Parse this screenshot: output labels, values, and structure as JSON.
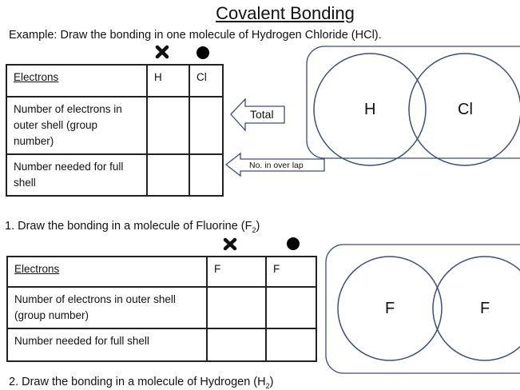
{
  "title": "Covalent Bonding",
  "example": {
    "prompt": "Example: Draw the bonding in one molecule of Hydrogen Chloride (HCl).",
    "table": {
      "header": [
        "Electrons",
        "H",
        "Cl"
      ],
      "rows": [
        "Number of  electrons in outer shell (group number)",
        "Number needed for full shell"
      ]
    },
    "arrows": {
      "total": "Total",
      "overlap": "No. in over lap"
    },
    "diagram": {
      "left": "H",
      "right": "Cl"
    }
  },
  "question1": {
    "prompt": "1. Draw the bonding in a molecule of Fluorine (F",
    "subscript": "2",
    "close": ")",
    "table": {
      "header": [
        "Electrons",
        "F",
        "F"
      ],
      "rows": [
        "Number of  electrons in outer shell (group number)",
        "Number needed for full shell"
      ]
    },
    "diagram": {
      "left": "F",
      "right": "F"
    }
  },
  "question2": {
    "prompt": "2. Draw the bonding in a molecule of Hydrogen (H",
    "subscript": "2",
    "close": ")"
  },
  "symbols": {
    "first_atom": "cross-icon",
    "second_atom": "dot-icon"
  },
  "colors": {
    "diagram_stroke": "#3b4f7a"
  }
}
